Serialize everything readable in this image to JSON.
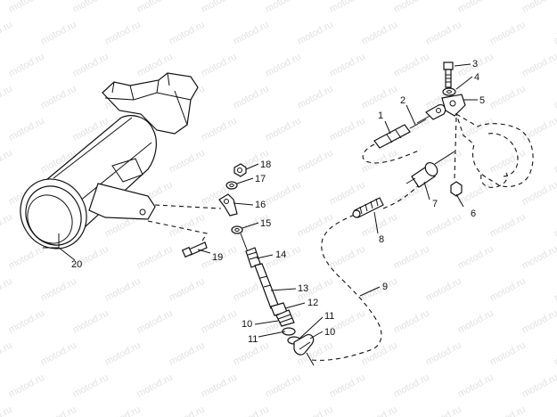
{
  "watermark": "motod.ru",
  "callouts": {
    "c1": "1",
    "c2": "2",
    "c3": "3",
    "c4": "4",
    "c5": "5",
    "c6": "6",
    "c7": "7",
    "c8": "8",
    "c9": "9",
    "c10a": "10",
    "c10b": "10",
    "c11a": "11",
    "c11b": "11",
    "c12": "12",
    "c13": "13",
    "c14": "14",
    "c15": "15",
    "c16": "16",
    "c17": "17",
    "c18": "18",
    "c19": "19",
    "c20": "20"
  }
}
